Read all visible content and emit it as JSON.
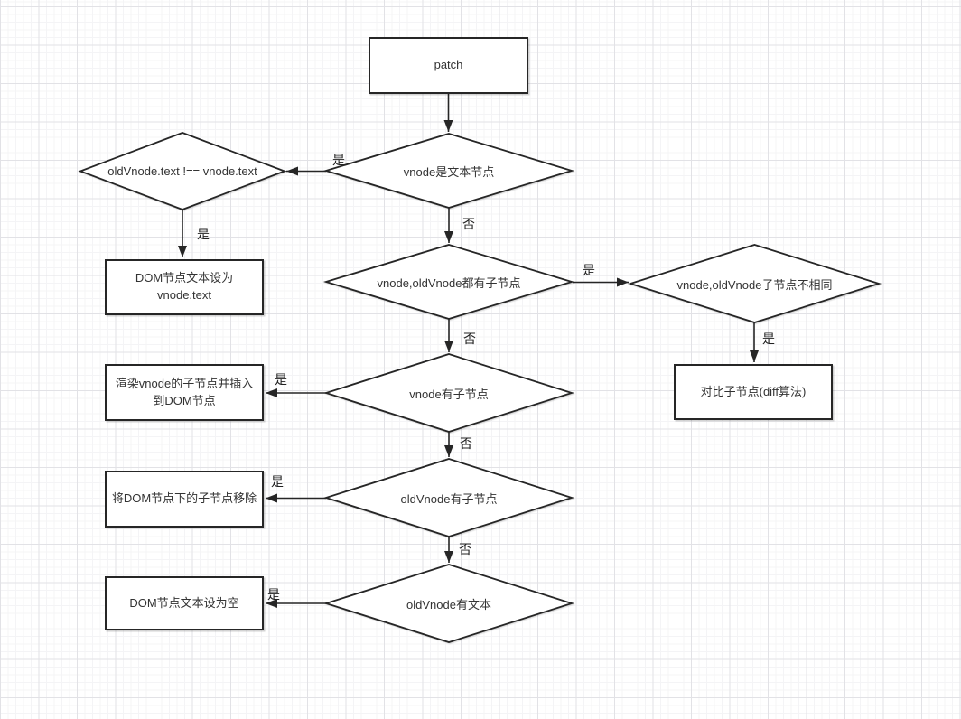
{
  "canvas": {
    "background": "#ffffff",
    "grid_minor_color": "#f4f4f6",
    "grid_major_color": "#e2e2e6",
    "shape_fill": "#ffffff",
    "shape_stroke": "#262626",
    "text_color": "#333333"
  },
  "nodes": {
    "patch": {
      "type": "process",
      "label": "patch"
    },
    "is_text_node": {
      "type": "decision",
      "label": "vnode是文本节点"
    },
    "text_not_equal": {
      "type": "decision",
      "label": "oldVnode.text !== vnode.text"
    },
    "set_dom_text": {
      "type": "process",
      "label": "DOM节点文本设为vnode.text"
    },
    "both_have_children": {
      "type": "decision",
      "label": "vnode,oldVnode都有子节点"
    },
    "children_not_same": {
      "type": "decision",
      "label": "vnode,oldVnode子节点不相同"
    },
    "diff_children": {
      "type": "process",
      "label": "对比子节点(diff算法)"
    },
    "vnode_has_children": {
      "type": "decision",
      "label": "vnode有子节点"
    },
    "render_and_insert": {
      "type": "process",
      "label": "渲染vnode的子节点并插入到DOM节点"
    },
    "oldvnode_has_children": {
      "type": "decision",
      "label": "oldVnode有子节点"
    },
    "remove_dom_children": {
      "type": "process",
      "label": "将DOM节点下的子节点移除"
    },
    "oldvnode_has_text": {
      "type": "decision",
      "label": "oldVnode有文本"
    },
    "set_dom_text_empty": {
      "type": "process",
      "label": "DOM节点文本设为空"
    }
  },
  "edge_labels": [
    {
      "from": "is_text_node",
      "to": "text_not_equal",
      "text": "是"
    },
    {
      "from": "text_not_equal",
      "to": "set_dom_text",
      "text": "是"
    },
    {
      "from": "is_text_node",
      "to": "both_have_children",
      "text": "否"
    },
    {
      "from": "both_have_children",
      "to": "children_not_same",
      "text": "是"
    },
    {
      "from": "children_not_same",
      "to": "diff_children",
      "text": "是"
    },
    {
      "from": "both_have_children",
      "to": "vnode_has_children",
      "text": "否"
    },
    {
      "from": "vnode_has_children",
      "to": "render_and_insert",
      "text": "是"
    },
    {
      "from": "vnode_has_children",
      "to": "oldvnode_has_children",
      "text": "否"
    },
    {
      "from": "oldvnode_has_children",
      "to": "remove_dom_children",
      "text": "是"
    },
    {
      "from": "oldvnode_has_children",
      "to": "oldvnode_has_text",
      "text": "否"
    },
    {
      "from": "oldvnode_has_text",
      "to": "set_dom_text_empty",
      "text": "是"
    }
  ]
}
